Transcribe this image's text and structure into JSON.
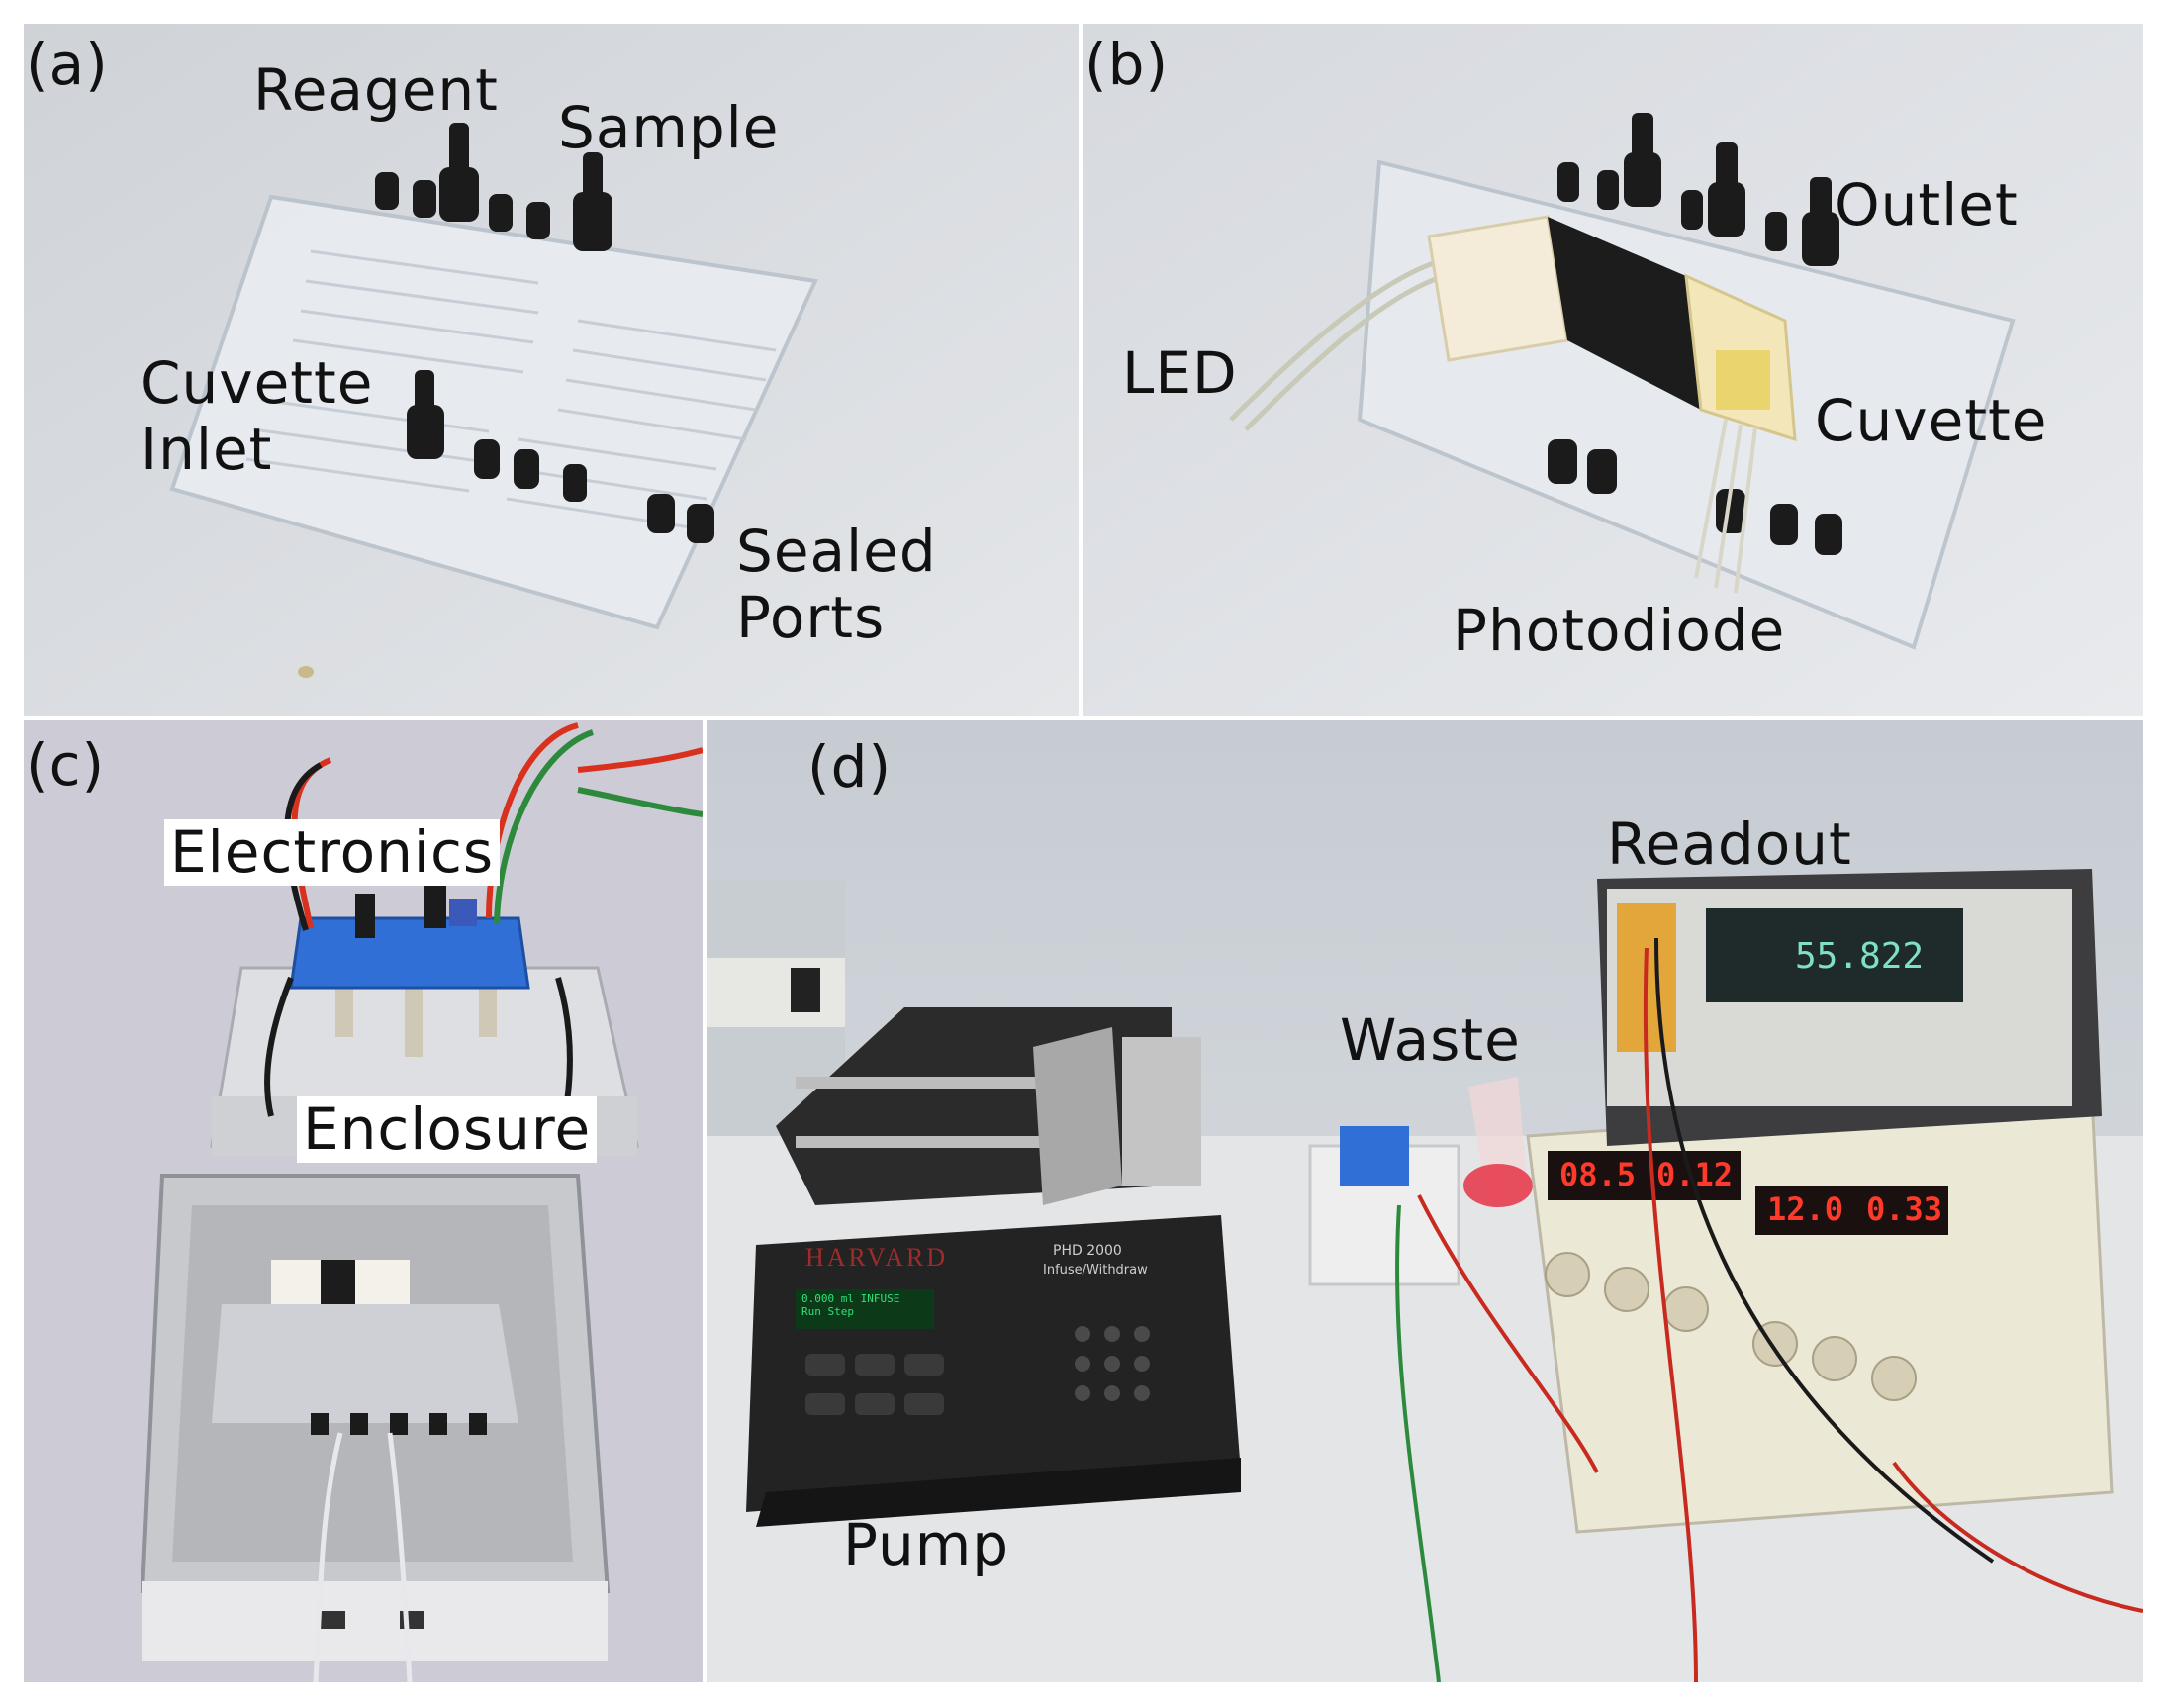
{
  "panels": {
    "a": {
      "letter": "(a)",
      "labels": {
        "reagent": "Reagent",
        "sample": "Sample",
        "cuvette_inlet": "Cuvette\nInlet",
        "sealed_ports": "Sealed\nPorts"
      }
    },
    "b": {
      "letter": "(b)",
      "labels": {
        "outlet": "Outlet",
        "led": "LED",
        "cuvette": "Cuvette",
        "photodiode": "Photodiode"
      }
    },
    "c": {
      "letter": "(c)",
      "labels": {
        "electronics": "Electronics",
        "enclosure": "Enclosure"
      }
    },
    "d": {
      "letter": "(d)",
      "labels": {
        "readout": "Readout",
        "waste": "Waste",
        "pump": "Pump"
      },
      "device_text": {
        "pump_brand": "HARVARD",
        "pump_model": "PHD 2000",
        "pump_mode": "Infuse/Withdraw",
        "pump_lcd": "0.000 ml  INFUSE\nRun  Step",
        "meter_reading": "55.822",
        "psu_displays": [
          "08.5",
          "0.12",
          "12.0",
          "0.33"
        ]
      }
    }
  },
  "colors": {
    "wall": "#d9dde2",
    "pump_body": "#2a2a2a",
    "chip_board": "#2f6fd6",
    "led_red": "#ff3a2a"
  }
}
